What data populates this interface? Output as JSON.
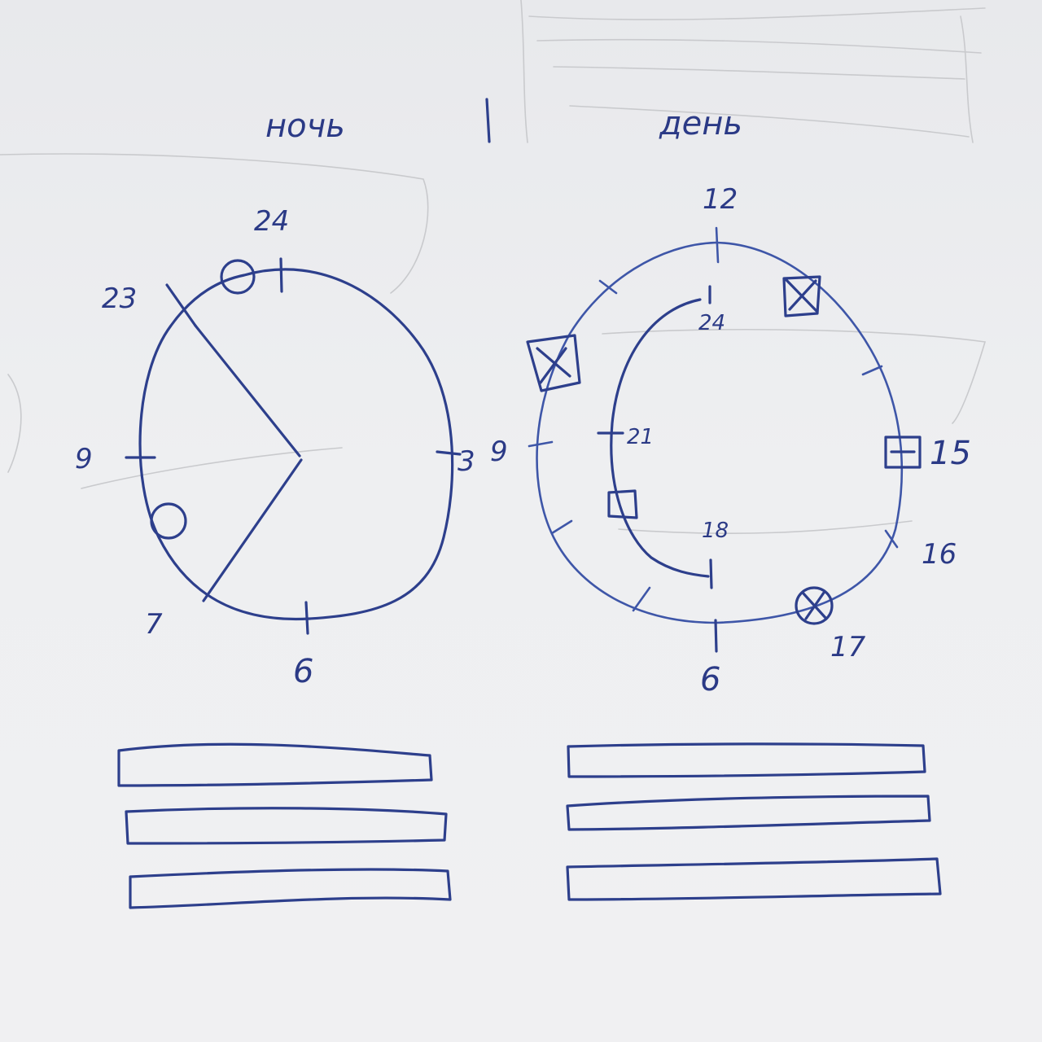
{
  "headers": {
    "night": "ночь",
    "day": "день"
  },
  "night_dial": {
    "labels": {
      "top": "24",
      "upper_left": "23",
      "left": "9",
      "right": "3",
      "lower_left": "7",
      "bottom": "6"
    }
  },
  "day_dial": {
    "labels": {
      "top": "12",
      "left": "9",
      "right": "15",
      "lower_right": "16",
      "bottom_right": "17",
      "bottom": "6",
      "inner_top": "24",
      "inner_left": "21",
      "inner_bottom": "18"
    }
  },
  "colors": {
    "ink": "#2d3f8c",
    "paper": "#eeeff1",
    "pencil": "#c9cacd"
  }
}
